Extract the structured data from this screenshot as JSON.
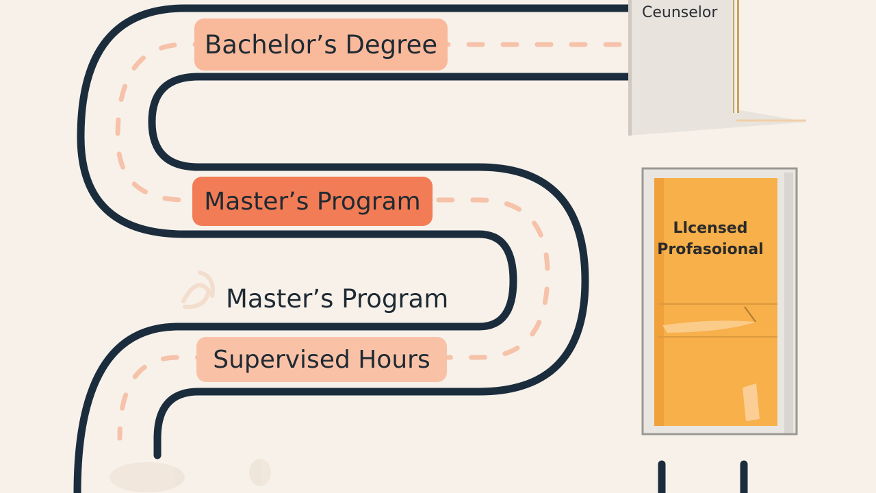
{
  "milestones": {
    "bachelor": "Bachelor’s Degree",
    "master": "Master’s Program",
    "master_plain": "Master’s Program",
    "supervised": "Supervised Hours"
  },
  "doors": {
    "counselor": "Ceunselor",
    "licensed_line1": "Llcensed",
    "licensed_line2": "Profasoional"
  },
  "colors": {
    "background": "#f7f1ea",
    "road": "#1b2d3d",
    "dash": "#f6c2a9",
    "pill_light": "#f9b99b",
    "pill_strong": "#f27c55",
    "door_orange": "#f7b04a",
    "door_frame": "#e8e4de"
  }
}
